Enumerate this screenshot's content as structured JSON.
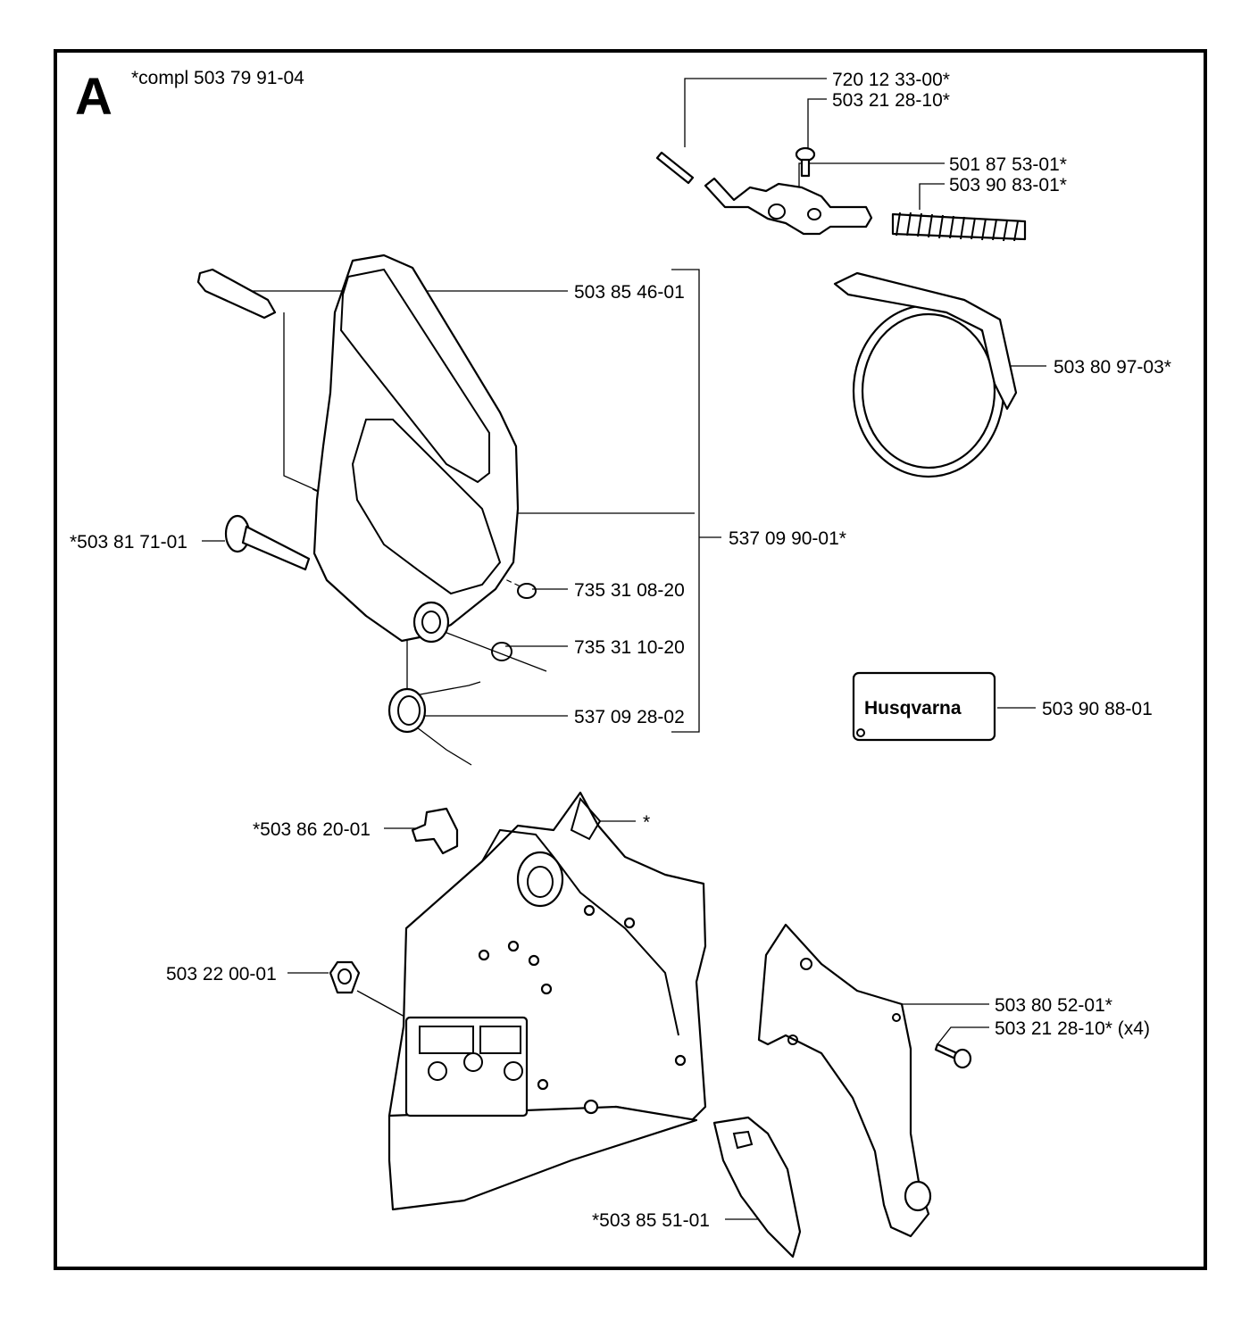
{
  "section_letter": "A",
  "kit": {
    "label": "*compl",
    "number": "503 79 91-04"
  },
  "callouts": [
    {
      "id": "pin",
      "text": "720 12 33-00*"
    },
    {
      "id": "screw-top",
      "text": "503 21 28-10*"
    },
    {
      "id": "brake-lever",
      "text": "501 87 53-01*"
    },
    {
      "id": "spring",
      "text": "503 90 83-01*"
    },
    {
      "id": "bushing",
      "text": "503 85 46-01"
    },
    {
      "id": "brake-band",
      "text": "503 80 97-03*"
    },
    {
      "id": "guard-assembly",
      "text": "537 09 90-01*"
    },
    {
      "id": "pivot-pin",
      "text": "*503 81 71-01"
    },
    {
      "id": "circlip-a",
      "text": "735 31 08-20"
    },
    {
      "id": "circlip-b",
      "text": "735 31 10-20"
    },
    {
      "id": "guard-spring",
      "text": "537 09 28-02"
    },
    {
      "id": "decal",
      "text": "503 90 88-01"
    },
    {
      "id": "clip",
      "text": "*503 86 20-01"
    },
    {
      "id": "cover-star",
      "text": "*"
    },
    {
      "id": "nut",
      "text": "503 22 00-01"
    },
    {
      "id": "plate",
      "text": "503 80 52-01*"
    },
    {
      "id": "screw-x4",
      "text": "503 21 28-10*",
      "qty": "(x4)"
    },
    {
      "id": "chain-guide",
      "text": "*503 85 51-01"
    }
  ],
  "decal_brand": "Husqvarna"
}
